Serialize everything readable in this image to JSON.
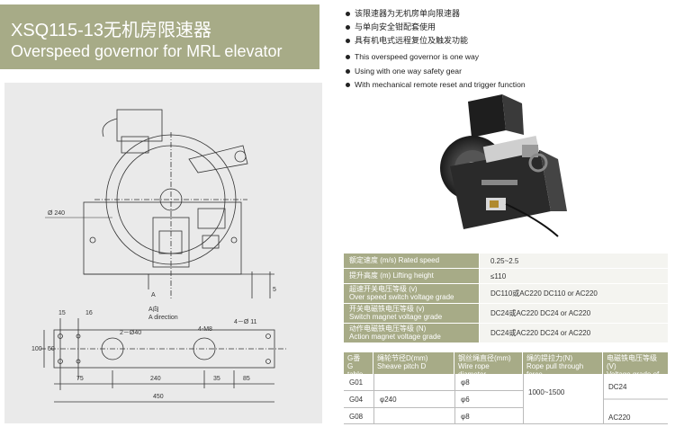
{
  "title": {
    "zh": "XSQ115-13无机房限速器",
    "en": "Overspeed governor for MRL elevator"
  },
  "features": {
    "zh": [
      "该限速器为无机房单向限速器",
      "与单向安全钳配套使用",
      "具有机电式远程复位及触发功能"
    ],
    "en": [
      "This overspeed governor is one way",
      "Using with one way safety gear",
      "With mechanical remote reset and trigger function"
    ]
  },
  "drawing": {
    "diameter": "Ø 240",
    "label_a": "A",
    "label_a_dir_zh": "A向",
    "label_a_dir_en": "A direction",
    "dim_5": "5",
    "dim_15": "15",
    "dim_16": "16",
    "dim_100": "100",
    "dim_50": "50",
    "hole_40": "2－Ø40",
    "m8": "4-M8",
    "hole_11": "4－Ø 11",
    "dim_75": "75",
    "dim_240": "240",
    "dim_35": "35",
    "dim_85": "85",
    "dim_450": "450"
  },
  "spec_rows": [
    {
      "zh": "额定速度 (m/s)",
      "en": "Rated speed",
      "value": "0.25~2.5"
    },
    {
      "zh": "提升高度 (m)",
      "en": "Lifting height",
      "value": "≤110"
    },
    {
      "zh": "超速开关电压等级 (v)",
      "en": "Over speed switch voltage grade",
      "value": "DC110或AC220 DC110 or AC220"
    },
    {
      "zh": "开关电磁铁电压等级 (v)",
      "en": "Switch magnet voltage grade",
      "value": "DC24或AC220 DC24 or AC220"
    },
    {
      "zh": "动作电磁铁电压等级 (N)",
      "en": "Action magnet voltage grade",
      "value": "DC24或AC220 DC24 or AC220"
    }
  ],
  "model_table": {
    "headers": [
      {
        "zh": "G番",
        "en": "G table"
      },
      {
        "zh": "绳轮节径D(mm)",
        "en": "Sheave pitch D"
      },
      {
        "zh": "钢丝绳直径(mm)",
        "en": "Wire rope diameter"
      },
      {
        "zh": "绳的提拉力(N)",
        "en": "Rope pull through force"
      },
      {
        "zh": "电磁铁电压等级(V)",
        "en": "Voltage grade of solenvid"
      }
    ],
    "rows": [
      {
        "model": "G01",
        "rope": "φ8"
      },
      {
        "model": "G04",
        "rope": "φ6"
      },
      {
        "model": "G08",
        "rope": "φ8"
      }
    ],
    "sheave": "φ240",
    "pull_force": "1000~1500",
    "voltage_top": "DC24",
    "voltage_bottom": "AC220"
  },
  "colors": {
    "accent": "#a7ab87",
    "panel": "#eaeaea"
  }
}
